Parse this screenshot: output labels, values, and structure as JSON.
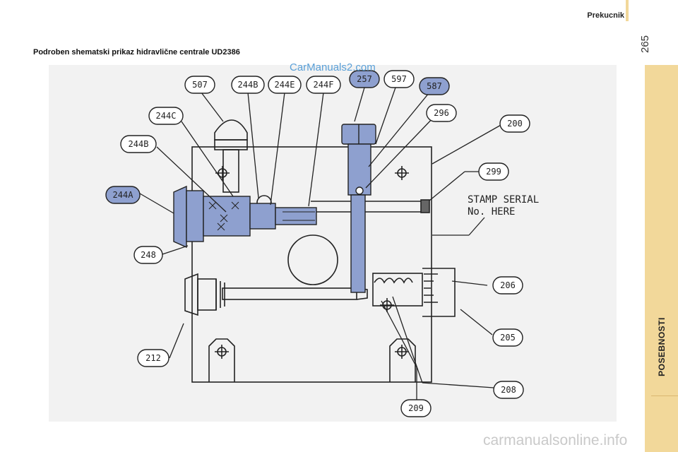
{
  "header": {
    "title": "Prekucnik",
    "page_number": "265"
  },
  "side_tab": {
    "label": "POSEBNOSTI"
  },
  "section_title": "Podroben shematski prikaz hidravlične centrale UD2386",
  "watermarks": {
    "top": "CarManuals2.com",
    "bottom": "carmanualsonline.info"
  },
  "diagram": {
    "labels": {
      "l507": "507",
      "l244B_top": "244B",
      "l244E": "244E",
      "l244F": "244F",
      "l257": "257",
      "l597": "597",
      "l587": "587",
      "l296": "296",
      "l200": "200",
      "l299": "299",
      "l244C": "244C",
      "l244B_left": "244B",
      "l244A": "244A",
      "l248": "248",
      "l206": "206",
      "l205": "205",
      "l212": "212",
      "l208": "208",
      "l209": "209"
    },
    "stamp_line1": "STAMP SERIAL",
    "stamp_line2": "No. HERE",
    "highlight_color": "#8ea0cf"
  }
}
